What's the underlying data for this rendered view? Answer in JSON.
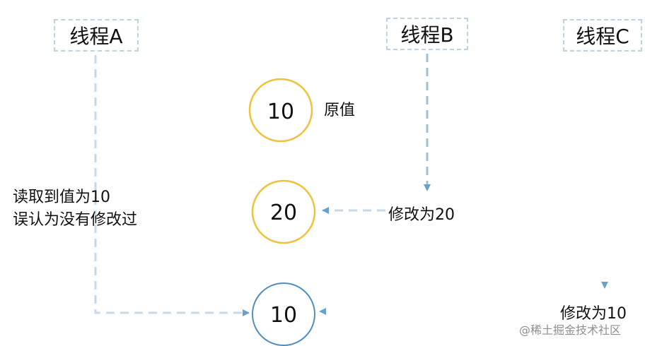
{
  "threads": {
    "a": "线程A",
    "b": "线程B",
    "c": "线程C"
  },
  "values": {
    "original": "10",
    "modified": "20",
    "restored": "10"
  },
  "labels": {
    "original": "原值",
    "thread_a_line1": "读取到值为10",
    "thread_a_line2": "误认为没有修改过",
    "thread_b_action": "修改为20",
    "thread_c_action": "修改为10"
  },
  "watermark": "@稀土掘金技术社区",
  "colors": {
    "gold": "#f0c23c",
    "blue_circle": "#4f8fbf",
    "dash_light": "#c5d9e8",
    "dash_mid": "#9fc0da",
    "arrow": "#6aa0cc",
    "box_border": "#bcd3e3"
  }
}
